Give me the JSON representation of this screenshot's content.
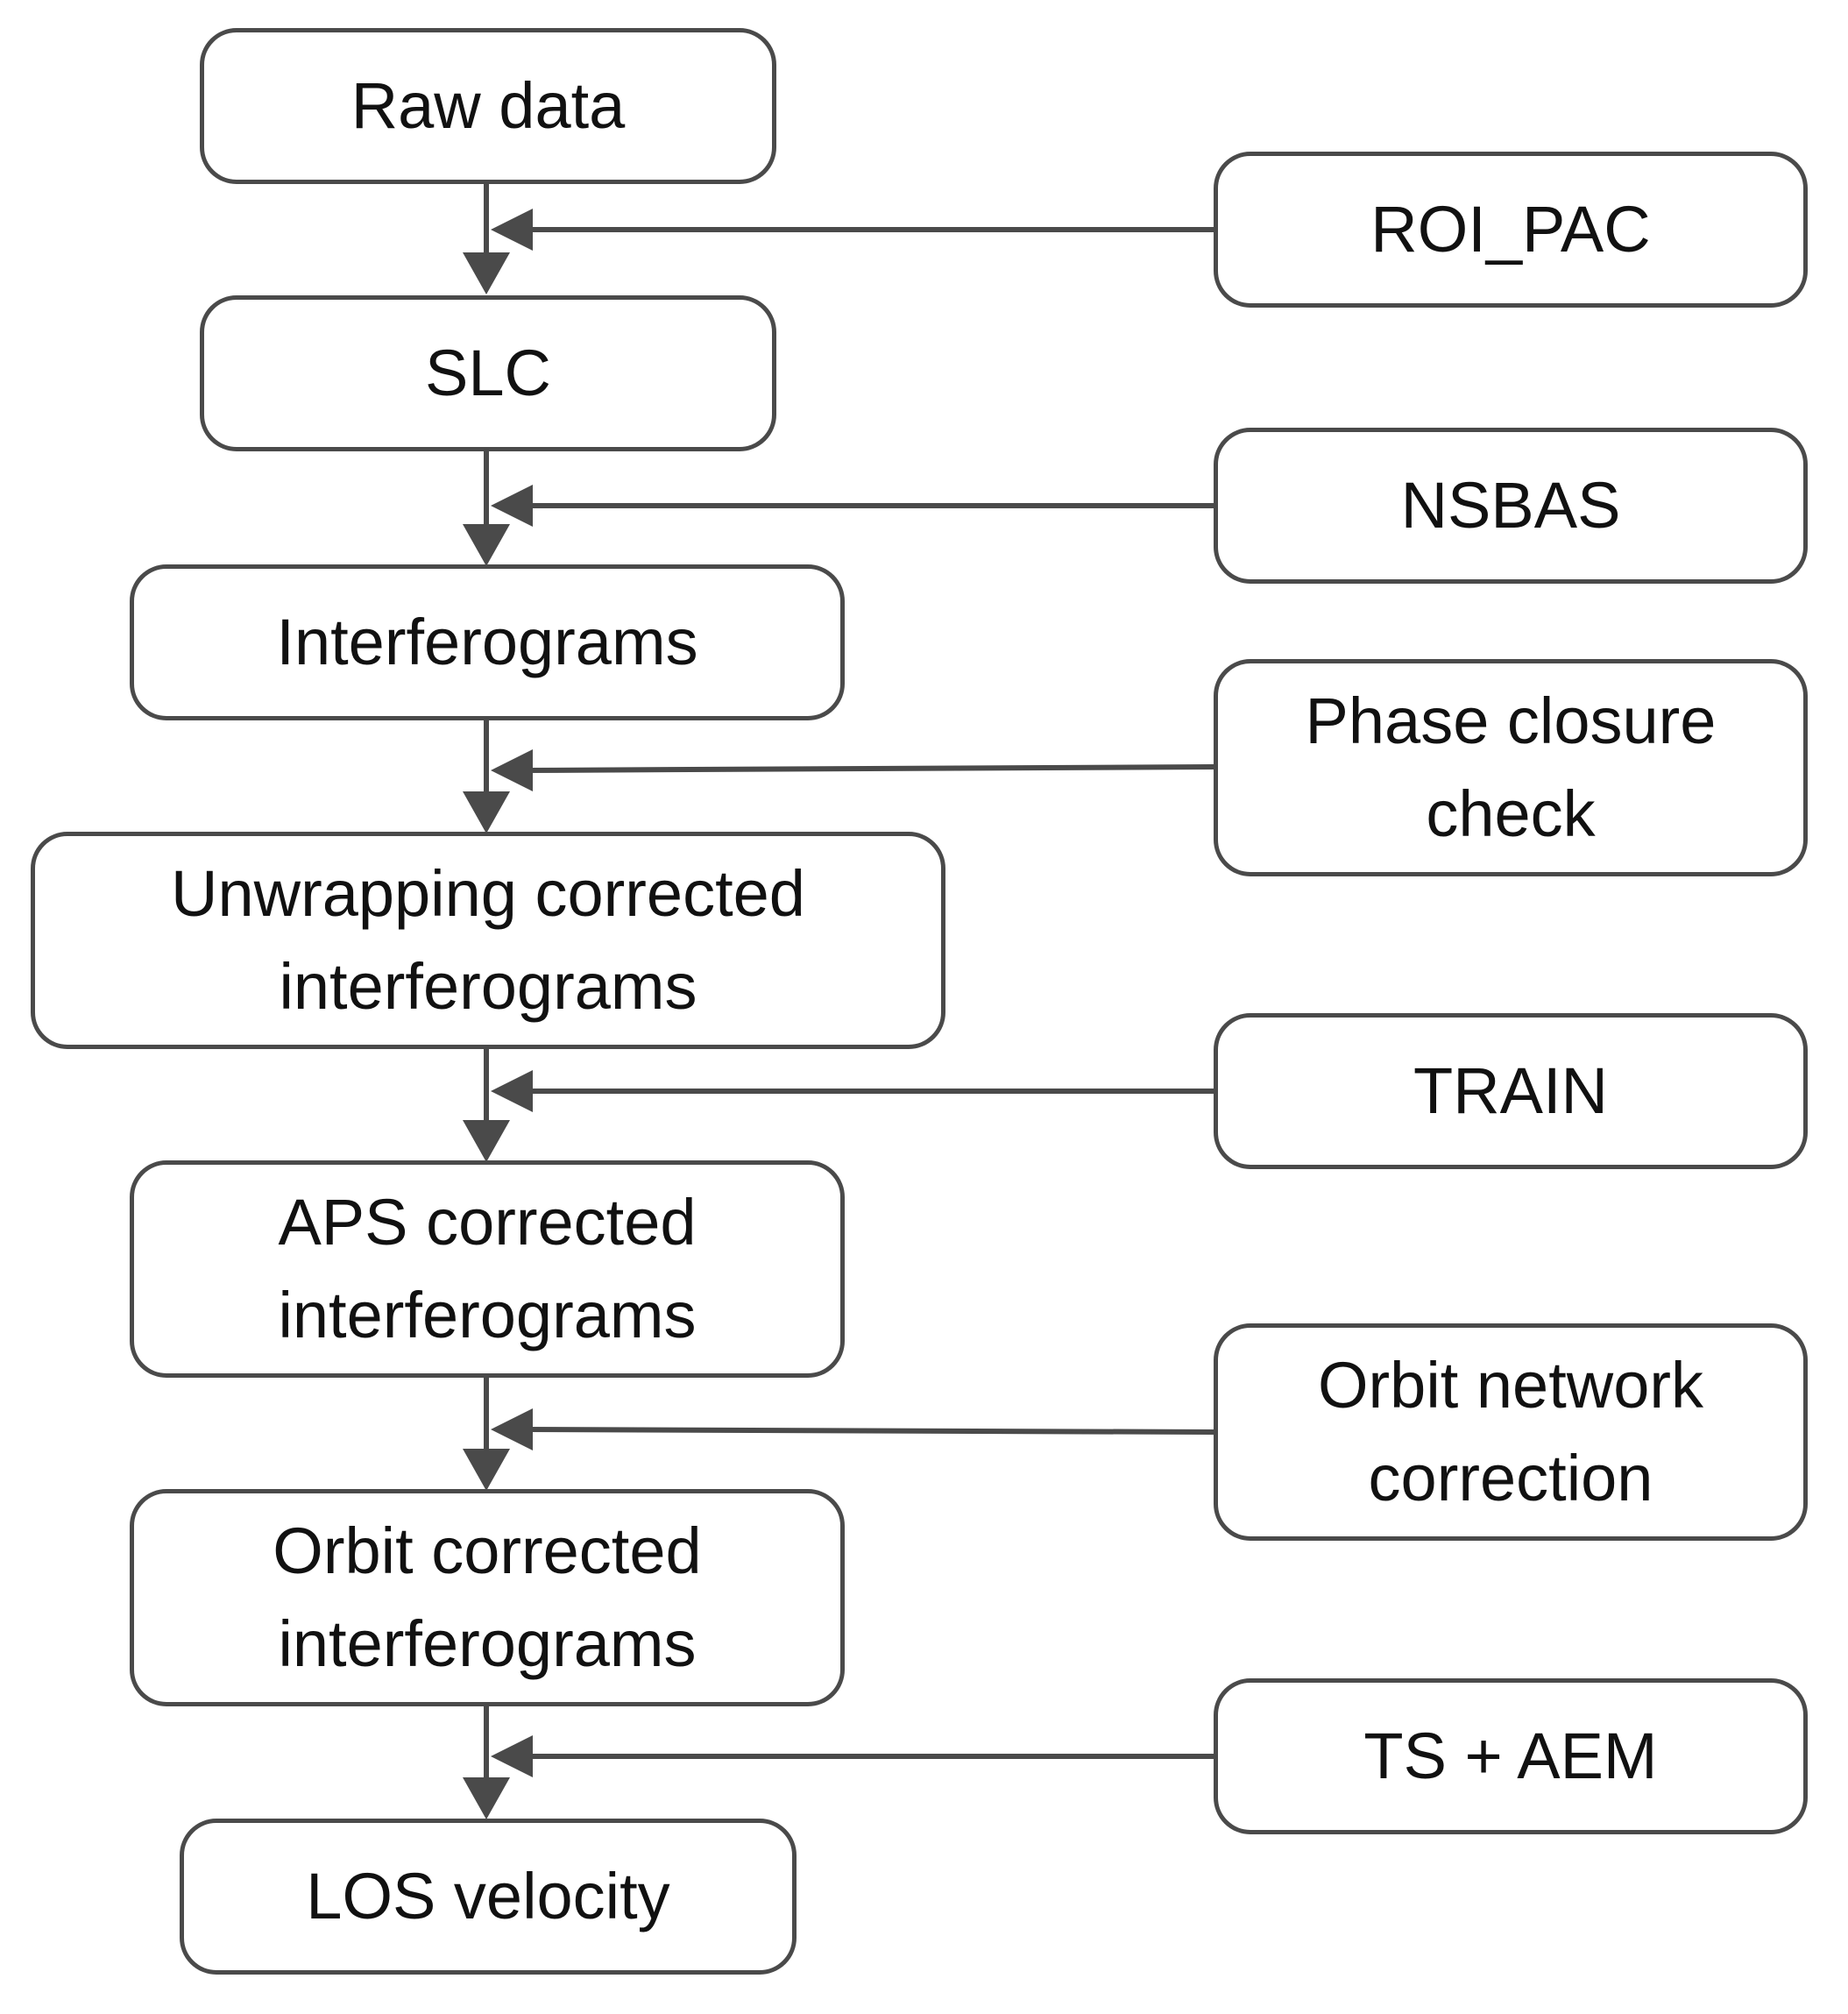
{
  "flow_boxes": [
    {
      "id": "raw-data",
      "label": "Raw data"
    },
    {
      "id": "slc",
      "label": "SLC"
    },
    {
      "id": "interferograms",
      "label": "Interferograms"
    },
    {
      "id": "unwrapping",
      "label": "Unwrapping corrected\ninterferograms"
    },
    {
      "id": "aps",
      "label": "APS corrected\ninterferograms"
    },
    {
      "id": "orbit",
      "label": "Orbit corrected\ninterferograms"
    },
    {
      "id": "los",
      "label": "LOS velocity"
    }
  ],
  "process_boxes": [
    {
      "id": "roi-pac",
      "label": "ROI_PAC"
    },
    {
      "id": "nsbas",
      "label": "NSBAS"
    },
    {
      "id": "phase-closure",
      "label": "Phase closure\ncheck"
    },
    {
      "id": "train",
      "label": "TRAIN"
    },
    {
      "id": "orbit-network",
      "label": "Orbit network\ncorrection"
    },
    {
      "id": "ts-aem",
      "label": "TS + AEM"
    }
  ],
  "colors": {
    "stroke": "#4a4a4a",
    "text": "#111111",
    "background": "#ffffff"
  }
}
